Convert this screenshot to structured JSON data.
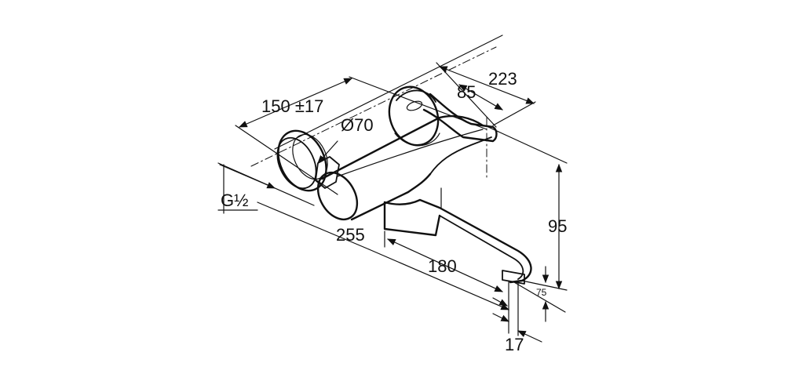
{
  "dimensions": {
    "projection": "150 ±17",
    "rosette_diameter": "Ø70",
    "thread": "G½",
    "total_depth": "255",
    "spout_length": "180",
    "width_223": "223",
    "lever_85": "85",
    "height_95": "95",
    "small_75": "75",
    "spout_17": "17"
  }
}
